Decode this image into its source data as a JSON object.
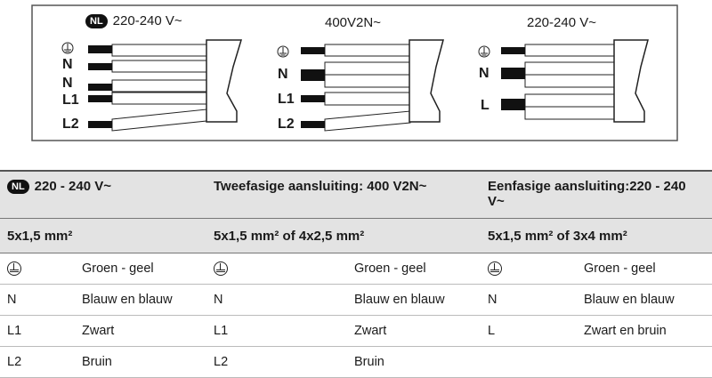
{
  "diagram": {
    "groups": [
      {
        "title": "220-240 V~",
        "badge": "NL",
        "labels": [
          "N",
          "N",
          "L1",
          "L2"
        ]
      },
      {
        "title": "400V2N~",
        "labels": [
          "N",
          "L1",
          "L2"
        ]
      },
      {
        "title": "220-240 V~",
        "labels": [
          "N",
          "L"
        ]
      }
    ]
  },
  "table": {
    "headers": [
      {
        "badge": "NL",
        "text": "220 - 240 V~"
      },
      {
        "text": "Tweefasige aansluiting: 400 V2N~"
      },
      {
        "text": "Eenfasige aansluiting:220 - 240 V~"
      }
    ],
    "sections": [
      "5x1,5 mm²",
      "5x1,5 mm² of 4x2,5 mm²",
      "5x1,5 mm² of 3x4 mm²"
    ],
    "rows": [
      [
        [
          "earth",
          "Groen - geel"
        ],
        [
          "earth",
          "Groen - geel"
        ],
        [
          "earth",
          "Groen - geel"
        ]
      ],
      [
        [
          "N",
          "Blauw en blauw"
        ],
        [
          "N",
          "Blauw en blauw"
        ],
        [
          "N",
          "Blauw en blauw"
        ]
      ],
      [
        [
          "L1",
          "Zwart"
        ],
        [
          "L1",
          "Zwart"
        ],
        [
          "L",
          "Zwart en bruin"
        ]
      ],
      [
        [
          "L2",
          "Bruin"
        ],
        [
          "L2",
          "Bruin"
        ],
        [
          "",
          ""
        ]
      ]
    ]
  }
}
